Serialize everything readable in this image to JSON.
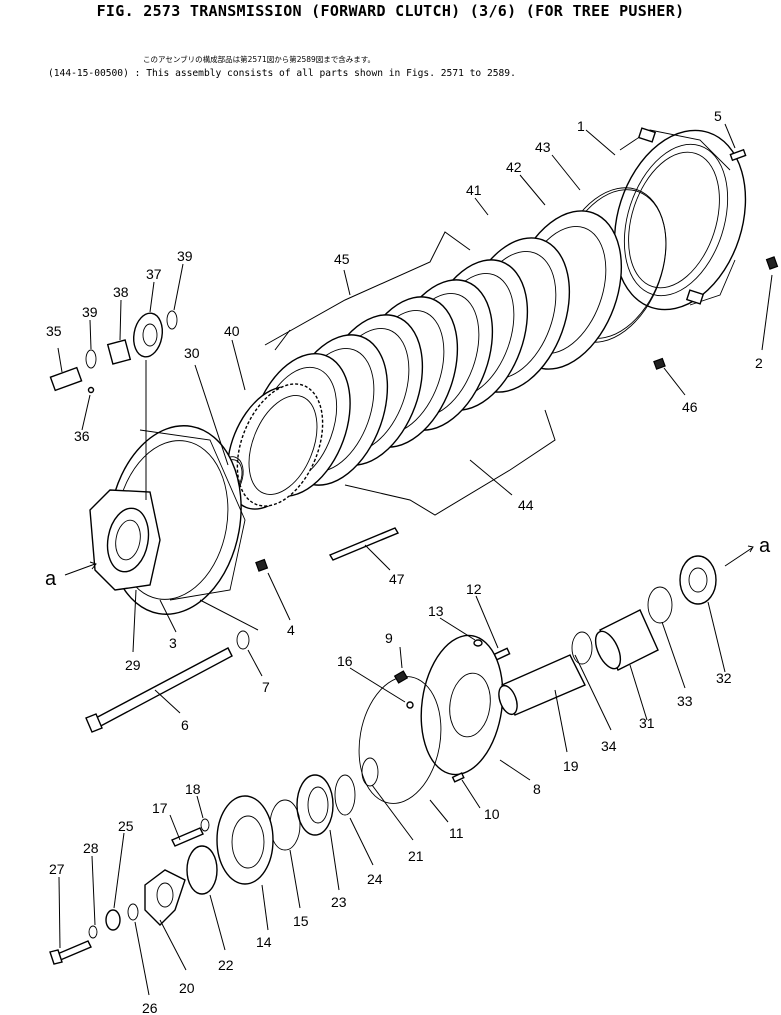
{
  "header": {
    "title": "FIG. 2573  TRANSMISSION (FORWARD CLUTCH) (3/6) (FOR TREE PUSHER)",
    "note_ja": "このアセンブリの構成部品は第2571図から第2589図まで含みます。",
    "note_en": "(144-15-00500) : This assembly consists of all parts shown in Figs. 2571 to 2589."
  },
  "callouts": [
    "1",
    "2",
    "3",
    "4",
    "5",
    "6",
    "7",
    "8",
    "9",
    "10",
    "11",
    "12",
    "13",
    "14",
    "15",
    "16",
    "17",
    "18",
    "19",
    "20",
    "21",
    "22",
    "23",
    "24",
    "25",
    "26",
    "27",
    "28",
    "29",
    "30",
    "31",
    "32",
    "33",
    "34",
    "35",
    "36",
    "37",
    "38",
    "39",
    "39",
    "40",
    "41",
    "42",
    "43",
    "44",
    "45",
    "46",
    "47"
  ],
  "section_markers": [
    "a",
    "a"
  ]
}
